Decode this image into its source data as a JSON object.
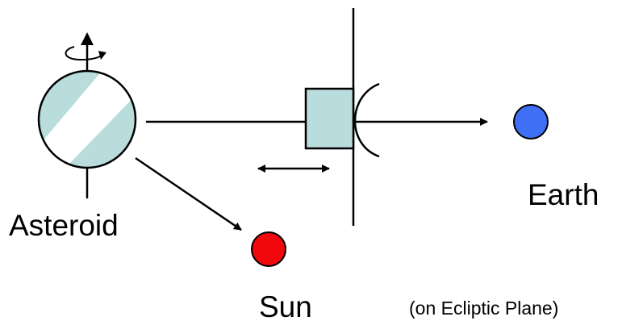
{
  "labels": {
    "asteroid": "Asteroid",
    "earth": "Earth",
    "sun": "Sun",
    "plane_note": "(on Ecliptic Plane)"
  },
  "colors": {
    "asteroid_fill": "#b9dcdc",
    "box_fill": "#b9dcdc",
    "earth": "#3f6ff5",
    "sun": "#f0080d",
    "line": "#000000"
  }
}
